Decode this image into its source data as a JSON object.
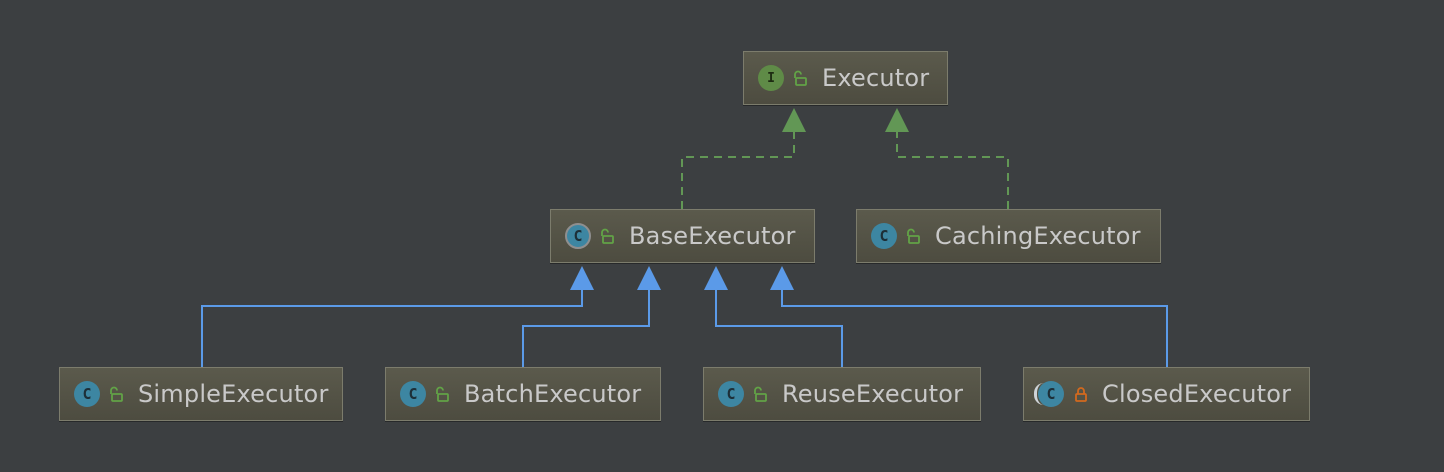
{
  "diagram": {
    "nodes": [
      {
        "id": "executor",
        "label": "Executor",
        "kind": "I",
        "kind_type": "interface",
        "visibility": "public"
      },
      {
        "id": "base",
        "label": "BaseExecutor",
        "kind": "C",
        "kind_type": "abstract",
        "visibility": "public"
      },
      {
        "id": "caching",
        "label": "CachingExecutor",
        "kind": "C",
        "kind_type": "class",
        "visibility": "public"
      },
      {
        "id": "simple",
        "label": "SimpleExecutor",
        "kind": "C",
        "kind_type": "class",
        "visibility": "public"
      },
      {
        "id": "batch",
        "label": "BatchExecutor",
        "kind": "C",
        "kind_type": "class",
        "visibility": "public"
      },
      {
        "id": "reuse",
        "label": "ReuseExecutor",
        "kind": "C",
        "kind_type": "class",
        "visibility": "public"
      },
      {
        "id": "closed",
        "label": "ClosedExecutor",
        "kind": "C",
        "kind_type": "annon",
        "visibility": "private"
      }
    ],
    "edges": [
      {
        "from": "base",
        "to": "executor",
        "type": "implements"
      },
      {
        "from": "caching",
        "to": "executor",
        "type": "implements"
      },
      {
        "from": "simple",
        "to": "base",
        "type": "extends"
      },
      {
        "from": "batch",
        "to": "base",
        "type": "extends"
      },
      {
        "from": "reuse",
        "to": "base",
        "type": "extends"
      },
      {
        "from": "closed",
        "to": "base",
        "type": "extends"
      }
    ],
    "colors": {
      "background": "#3c3f41",
      "implements_edge": "#629755",
      "extends_edge": "#5b9ae8",
      "public_lock": "#62a347",
      "private_lock": "#d2691e"
    }
  }
}
